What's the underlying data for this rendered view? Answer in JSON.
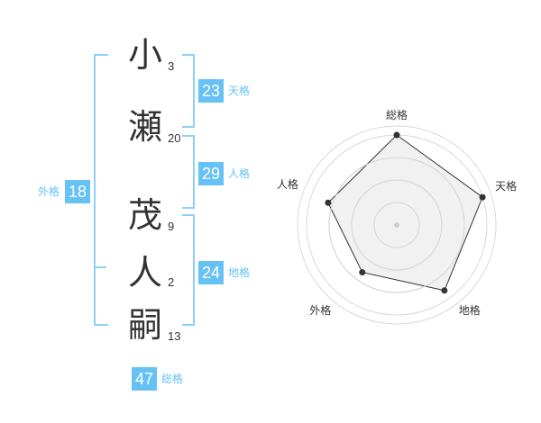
{
  "name": {
    "chars": [
      {
        "char": "小",
        "strokes": "3"
      },
      {
        "char": "瀬",
        "strokes": "20"
      },
      {
        "char": "茂",
        "strokes": "9"
      },
      {
        "char": "人",
        "strokes": "2"
      },
      {
        "char": "嗣",
        "strokes": "13"
      }
    ]
  },
  "kaku": {
    "tenkaku": {
      "value": "23",
      "label": "天格"
    },
    "jinkaku": {
      "value": "29",
      "label": "人格"
    },
    "chikaku": {
      "value": "24",
      "label": "地格"
    },
    "gaikaku": {
      "value": "18",
      "label": "外格"
    },
    "soukaku": {
      "value": "47",
      "label": "総格"
    }
  },
  "colors": {
    "accent": "#66c2f5",
    "bracket": "#8fd0f8",
    "text": "#333333",
    "radar_fill": "#efefef",
    "radar_line": "#333333"
  },
  "chart_data": {
    "type": "radar",
    "axes": [
      "総格",
      "天格",
      "地格",
      "外格",
      "人格"
    ],
    "values": [
      1.0,
      1.0,
      0.9,
      0.65,
      0.8
    ],
    "rings": 4,
    "max": 1.0
  }
}
